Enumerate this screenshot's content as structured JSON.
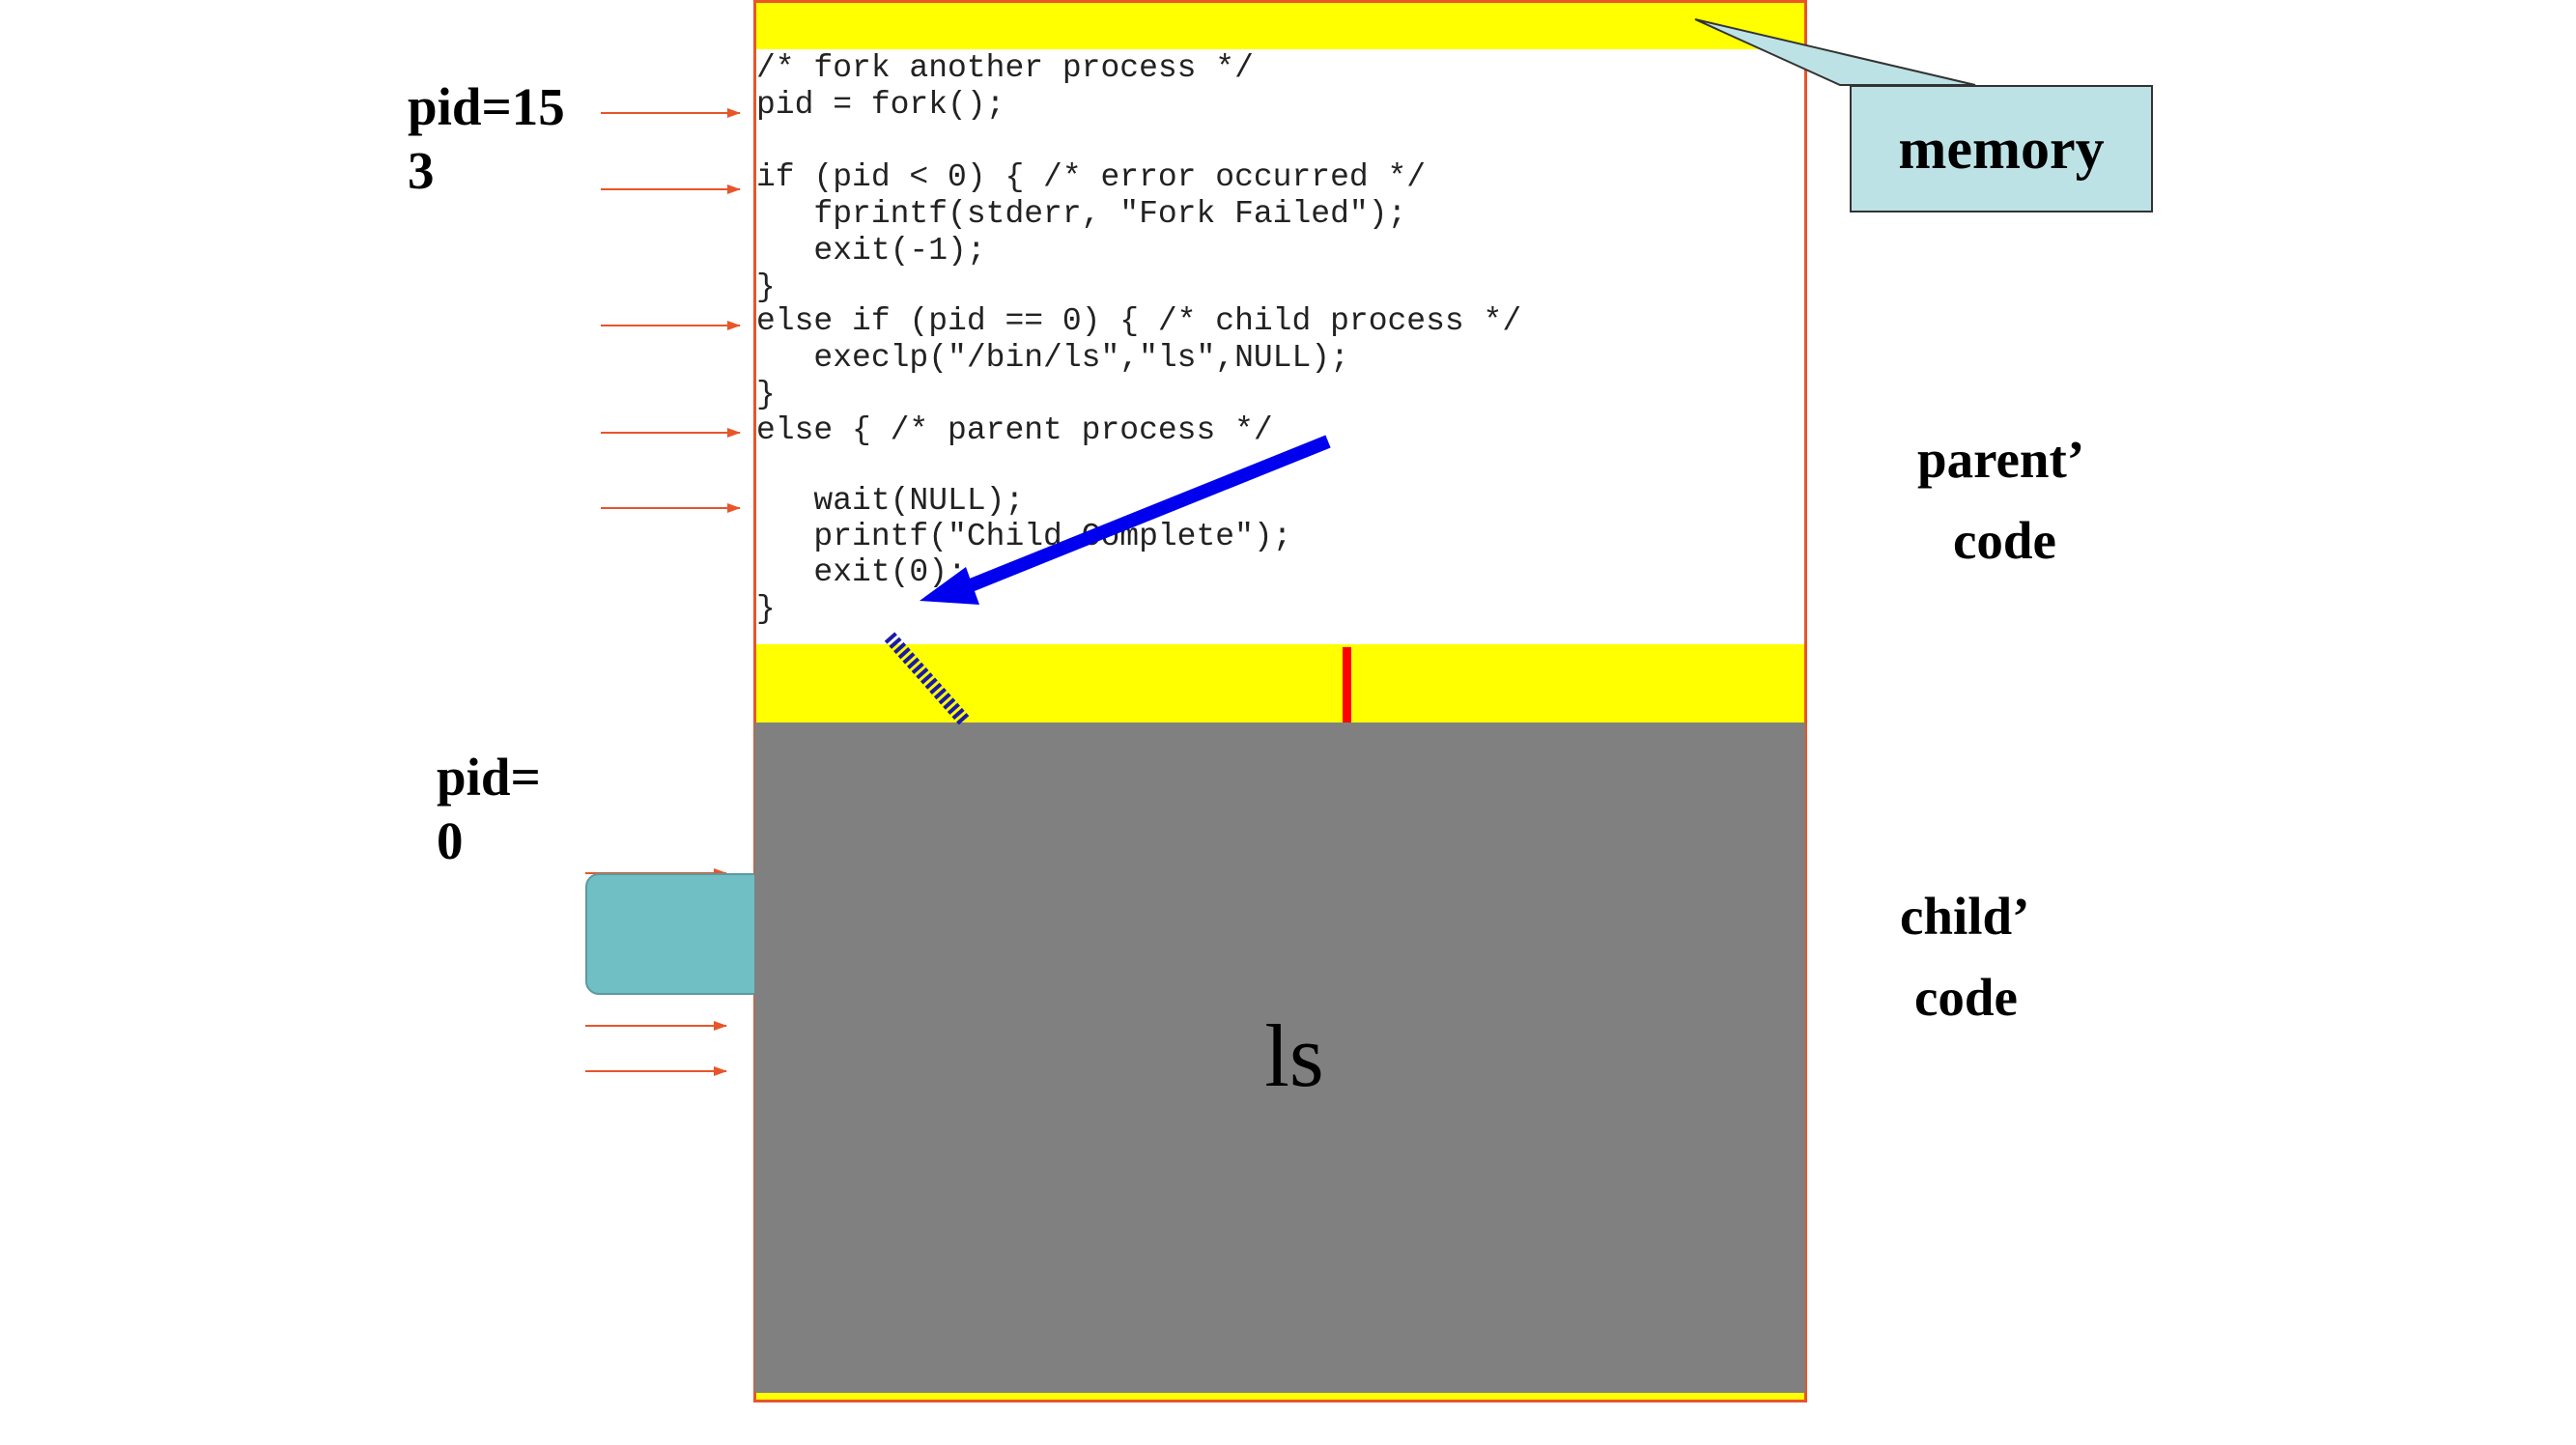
{
  "code": {
    "lines": [
      "/* fork another process */",
      "pid = fork();",
      "if (pid < 0) { /* error occurred */",
      "   fprintf(stderr, \"Fork Failed\");",
      "   exit(-1);",
      "}",
      "else if (pid == 0) { /* child process */",
      "   execlp(\"/bin/ls\",\"ls\",NULL);",
      "}",
      "else { /* parent process */",
      "   wait(NULL);",
      "   printf(\"Child Complete\");",
      "   exit(0);",
      "}"
    ]
  },
  "labels": {
    "pid_parent_line1": "pid=15",
    "pid_parent_line2": "3",
    "pid_child_line1": "pid=",
    "pid_child_line2": "0",
    "memory": "memory",
    "parent_code_line1": "parent’",
    "parent_code_line2": "code",
    "child_code_line1": "child’",
    "child_code_line2": "code",
    "ls": "ls"
  },
  "colors": {
    "memory_fill": "#ffff00",
    "memory_border": "#e8552a",
    "child_fill": "#808080",
    "callout_fill": "#bde2e5",
    "arrow_red": "#e8552a",
    "arrow_blue": "#0000ee",
    "marker_red": "#ff0000",
    "teal_box": "#70bfc4"
  }
}
